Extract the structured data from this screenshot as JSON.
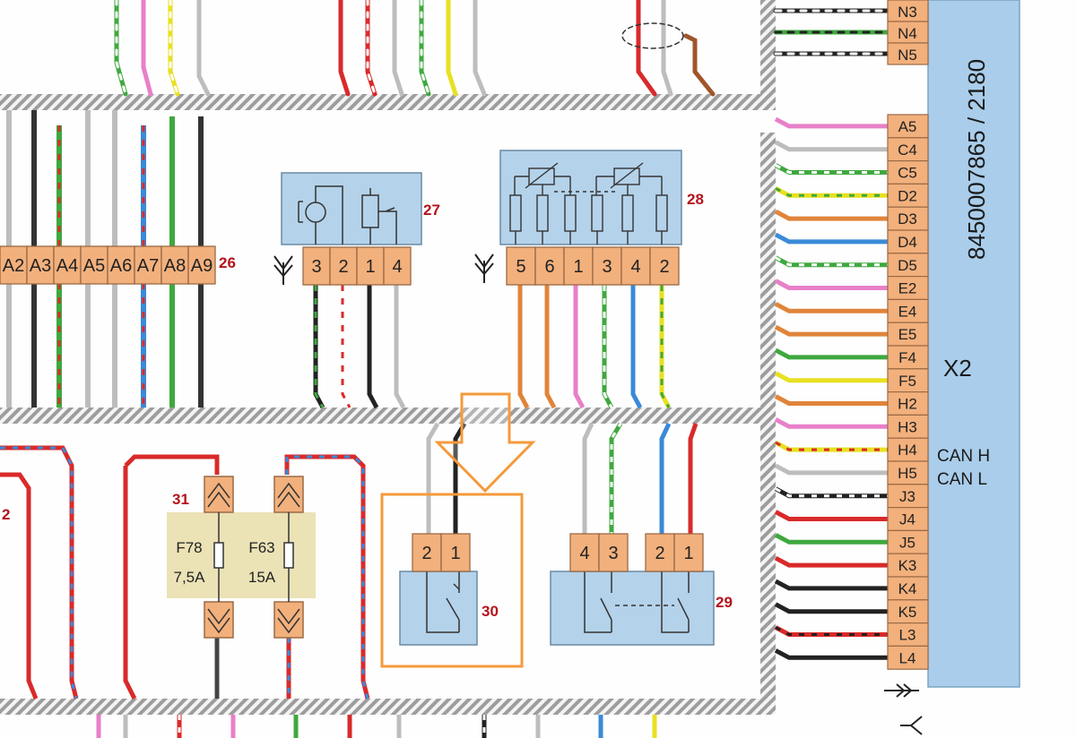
{
  "palette": {
    "connector": "#f2b07c",
    "connector_stroke": "#9a6a45",
    "component_box": "#b4d2ea",
    "ecu_box": "#a9cdea",
    "fuse_block": "#ebe2b6",
    "harness": "#ababab",
    "highlight": "#f59a3c",
    "label_red": "#b5121b"
  },
  "connector_26": {
    "id": "26",
    "pins": [
      "A2",
      "A3",
      "A4",
      "A5",
      "A6",
      "A7",
      "A8",
      "A9"
    ]
  },
  "component_27": {
    "id": "27",
    "pins": [
      "3",
      "2",
      "1",
      "4"
    ]
  },
  "component_28": {
    "id": "28",
    "pins": [
      "5",
      "6",
      "1",
      "3",
      "4",
      "2"
    ]
  },
  "fuse_block": {
    "id": "31",
    "fuses": [
      {
        "name": "F78",
        "rating": "7,5A"
      },
      {
        "name": "F63",
        "rating": "15A"
      }
    ]
  },
  "component_30": {
    "id": "30",
    "pins": [
      "2",
      "1"
    ]
  },
  "component_29": {
    "id": "29",
    "pins_left": [
      "4",
      "3"
    ],
    "pins_right": [
      "2",
      "1"
    ]
  },
  "ecu": {
    "part_number": "8450007865 / 2180",
    "connector_label": "X2",
    "can_h": "CAN H",
    "can_l": "CAN L",
    "pins_top": [
      "N3",
      "N4",
      "N5"
    ],
    "pins_main": [
      "A5",
      "C4",
      "C5",
      "D2",
      "D3",
      "D4",
      "D5",
      "E2",
      "E4",
      "E5",
      "F4",
      "F5",
      "H2",
      "H3",
      "H4",
      "H5",
      "J3",
      "J4",
      "J5",
      "K3",
      "K4",
      "K5",
      "L3",
      "L4"
    ]
  },
  "edge_fragment": "2"
}
